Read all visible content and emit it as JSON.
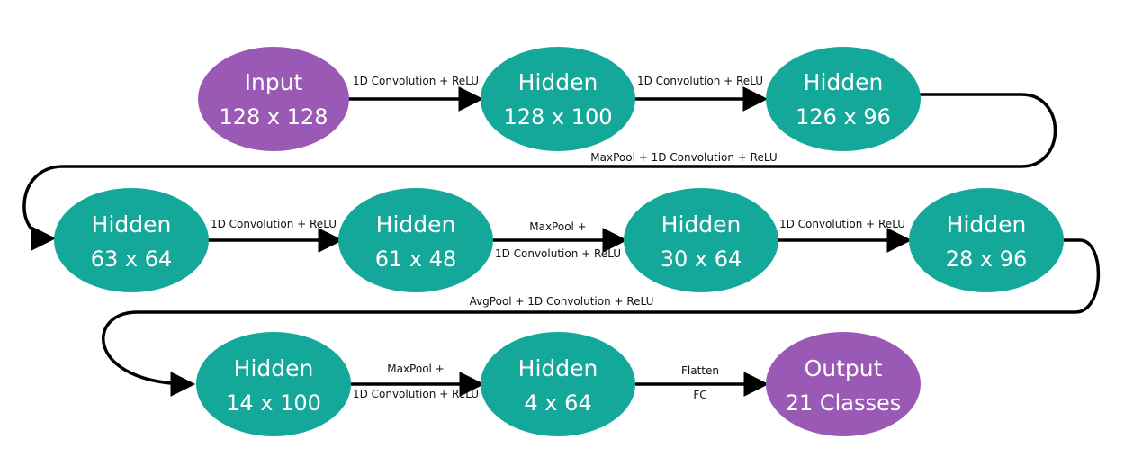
{
  "colors": {
    "input_output": "#9b59b6",
    "hidden": "#14a89a",
    "arrow": "#000000",
    "text_on_node": "#ffffff"
  },
  "nodes": [
    {
      "id": "input",
      "kind": "io",
      "title": "Input",
      "dims": "128 x 128"
    },
    {
      "id": "hidden-1",
      "kind": "hidden",
      "title": "Hidden",
      "dims": "128 x 100"
    },
    {
      "id": "hidden-2",
      "kind": "hidden",
      "title": "Hidden",
      "dims": "126 x 96"
    },
    {
      "id": "hidden-3",
      "kind": "hidden",
      "title": "Hidden",
      "dims": "63 x 64"
    },
    {
      "id": "hidden-4",
      "kind": "hidden",
      "title": "Hidden",
      "dims": "61 x 48"
    },
    {
      "id": "hidden-5",
      "kind": "hidden",
      "title": "Hidden",
      "dims": "30 x 64"
    },
    {
      "id": "hidden-6",
      "kind": "hidden",
      "title": "Hidden",
      "dims": "28 x 96"
    },
    {
      "id": "hidden-7",
      "kind": "hidden",
      "title": "Hidden",
      "dims": "14 x 100"
    },
    {
      "id": "hidden-8",
      "kind": "hidden",
      "title": "Hidden",
      "dims": "4 x 64"
    },
    {
      "id": "output",
      "kind": "io",
      "title": "Output",
      "dims": "21 Classes"
    }
  ],
  "edges": [
    {
      "from": "input",
      "to": "hidden-1",
      "label_top": "1D Convolution + ReLU",
      "label_bottom": ""
    },
    {
      "from": "hidden-1",
      "to": "hidden-2",
      "label_top": "1D Convolution + ReLU",
      "label_bottom": ""
    },
    {
      "from": "hidden-2",
      "to": "hidden-3",
      "label_top": "MaxPool + 1D Convolution + ReLU",
      "label_bottom": ""
    },
    {
      "from": "hidden-3",
      "to": "hidden-4",
      "label_top": "1D Convolution + ReLU",
      "label_bottom": ""
    },
    {
      "from": "hidden-4",
      "to": "hidden-5",
      "label_top": "MaxPool +",
      "label_bottom": "1D Convolution + ReLU"
    },
    {
      "from": "hidden-5",
      "to": "hidden-6",
      "label_top": "1D Convolution + ReLU",
      "label_bottom": ""
    },
    {
      "from": "hidden-6",
      "to": "hidden-7",
      "label_top": "AvgPool + 1D Convolution + ReLU",
      "label_bottom": ""
    },
    {
      "from": "hidden-7",
      "to": "hidden-8",
      "label_top": "MaxPool +",
      "label_bottom": "1D Convolution + ReLU"
    },
    {
      "from": "hidden-8",
      "to": "output",
      "label_top": "Flatten",
      "label_bottom": "FC"
    }
  ]
}
